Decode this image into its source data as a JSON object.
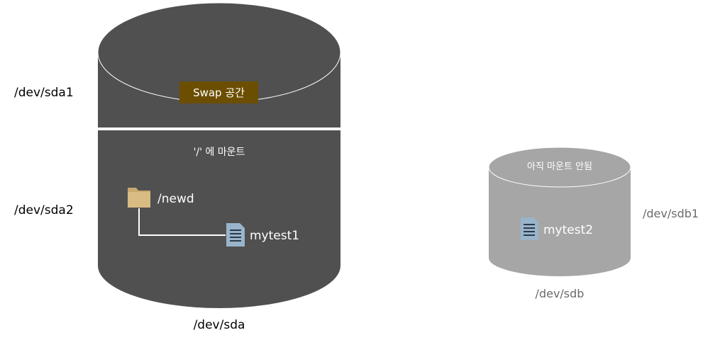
{
  "disk_sda": {
    "label": "/dev/sda",
    "swap_label": "Swap 공간",
    "mount_label": "'/' 에 마운트",
    "colors": {
      "body": "#505050",
      "swap_badge": "#6b4e00"
    }
  },
  "partitions": {
    "sda1": "/dev/sda1",
    "sda2": "/dev/sda2",
    "sdb1": "/dev/sdb1"
  },
  "files": {
    "folder_name": "/newd",
    "file1_name": "mytest1",
    "file2_name": "mytest2"
  },
  "disk_sdb": {
    "label": "/dev/sdb",
    "status_label": "아직 마운트 안됨",
    "colors": {
      "body": "#a6a6a6"
    }
  }
}
